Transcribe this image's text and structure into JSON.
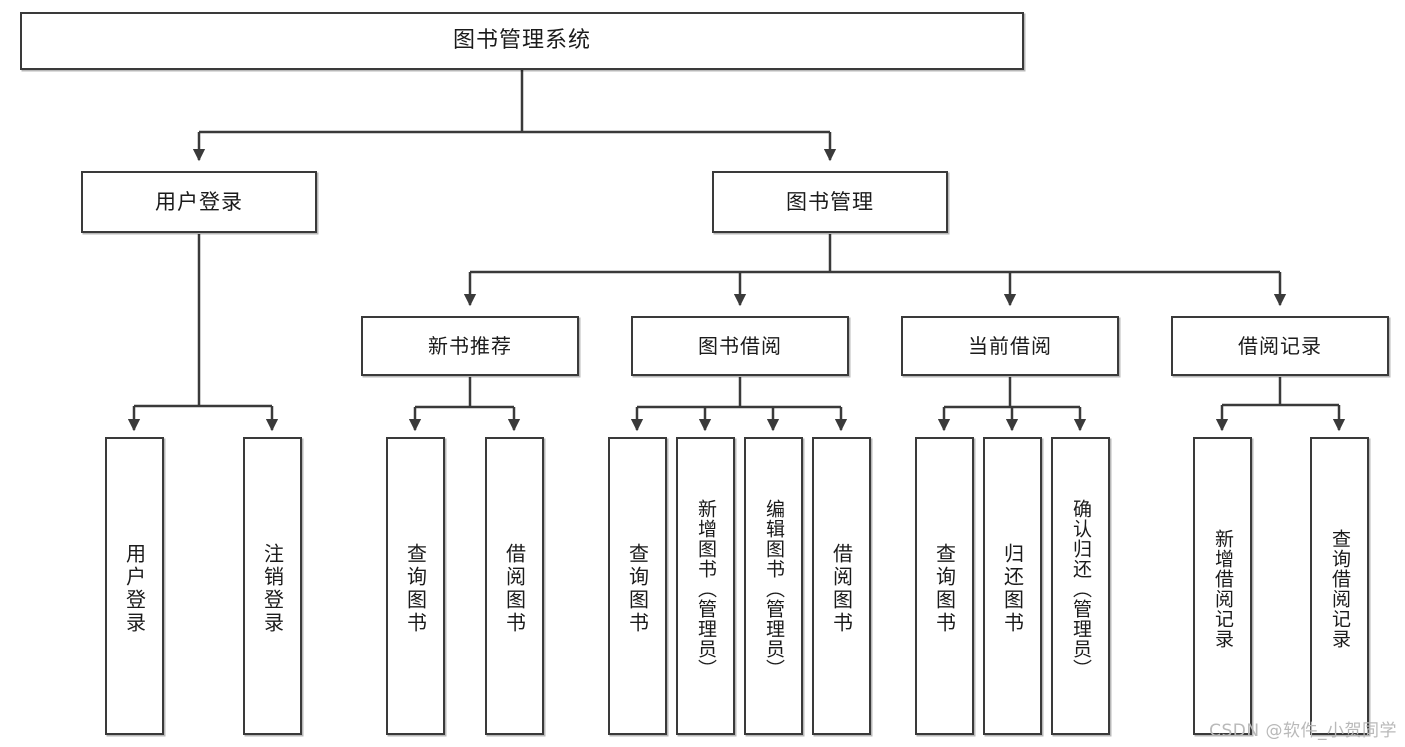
{
  "diagram": {
    "title": "图书管理系统",
    "type": "tree-hierarchy-chart",
    "watermark": "CSDN @软件_小贺同学",
    "colors": {
      "border": "#3a3a3a",
      "background": "#ffffff",
      "text": "#1b1b1b",
      "watermark": "#b9b9b9"
    },
    "nodes": {
      "root": {
        "label": "图书管理系统"
      },
      "level1": [
        {
          "label": "用户登录"
        },
        {
          "label": "图书管理"
        }
      ],
      "level2": [
        {
          "label": "新书推荐"
        },
        {
          "label": "图书借阅"
        },
        {
          "label": "当前借阅"
        },
        {
          "label": "借阅记录"
        }
      ],
      "leaves": {
        "user_login": [
          {
            "label": "用户登录"
          },
          {
            "label": "注销登录"
          }
        ],
        "new_book": [
          {
            "label": "查询图书"
          },
          {
            "label": "借阅图书"
          }
        ],
        "book_borrow": [
          {
            "label": "查询图书"
          },
          {
            "label": "新增图书（管理员）"
          },
          {
            "label": "编辑图书（管理员）"
          },
          {
            "label": "借阅图书"
          }
        ],
        "current_borrow": [
          {
            "label": "查询图书"
          },
          {
            "label": "归还图书"
          },
          {
            "label": "确认归还（管理员）"
          }
        ],
        "borrow_record": [
          {
            "label": "新增借阅记录"
          },
          {
            "label": "查询借阅记录"
          }
        ]
      }
    }
  }
}
